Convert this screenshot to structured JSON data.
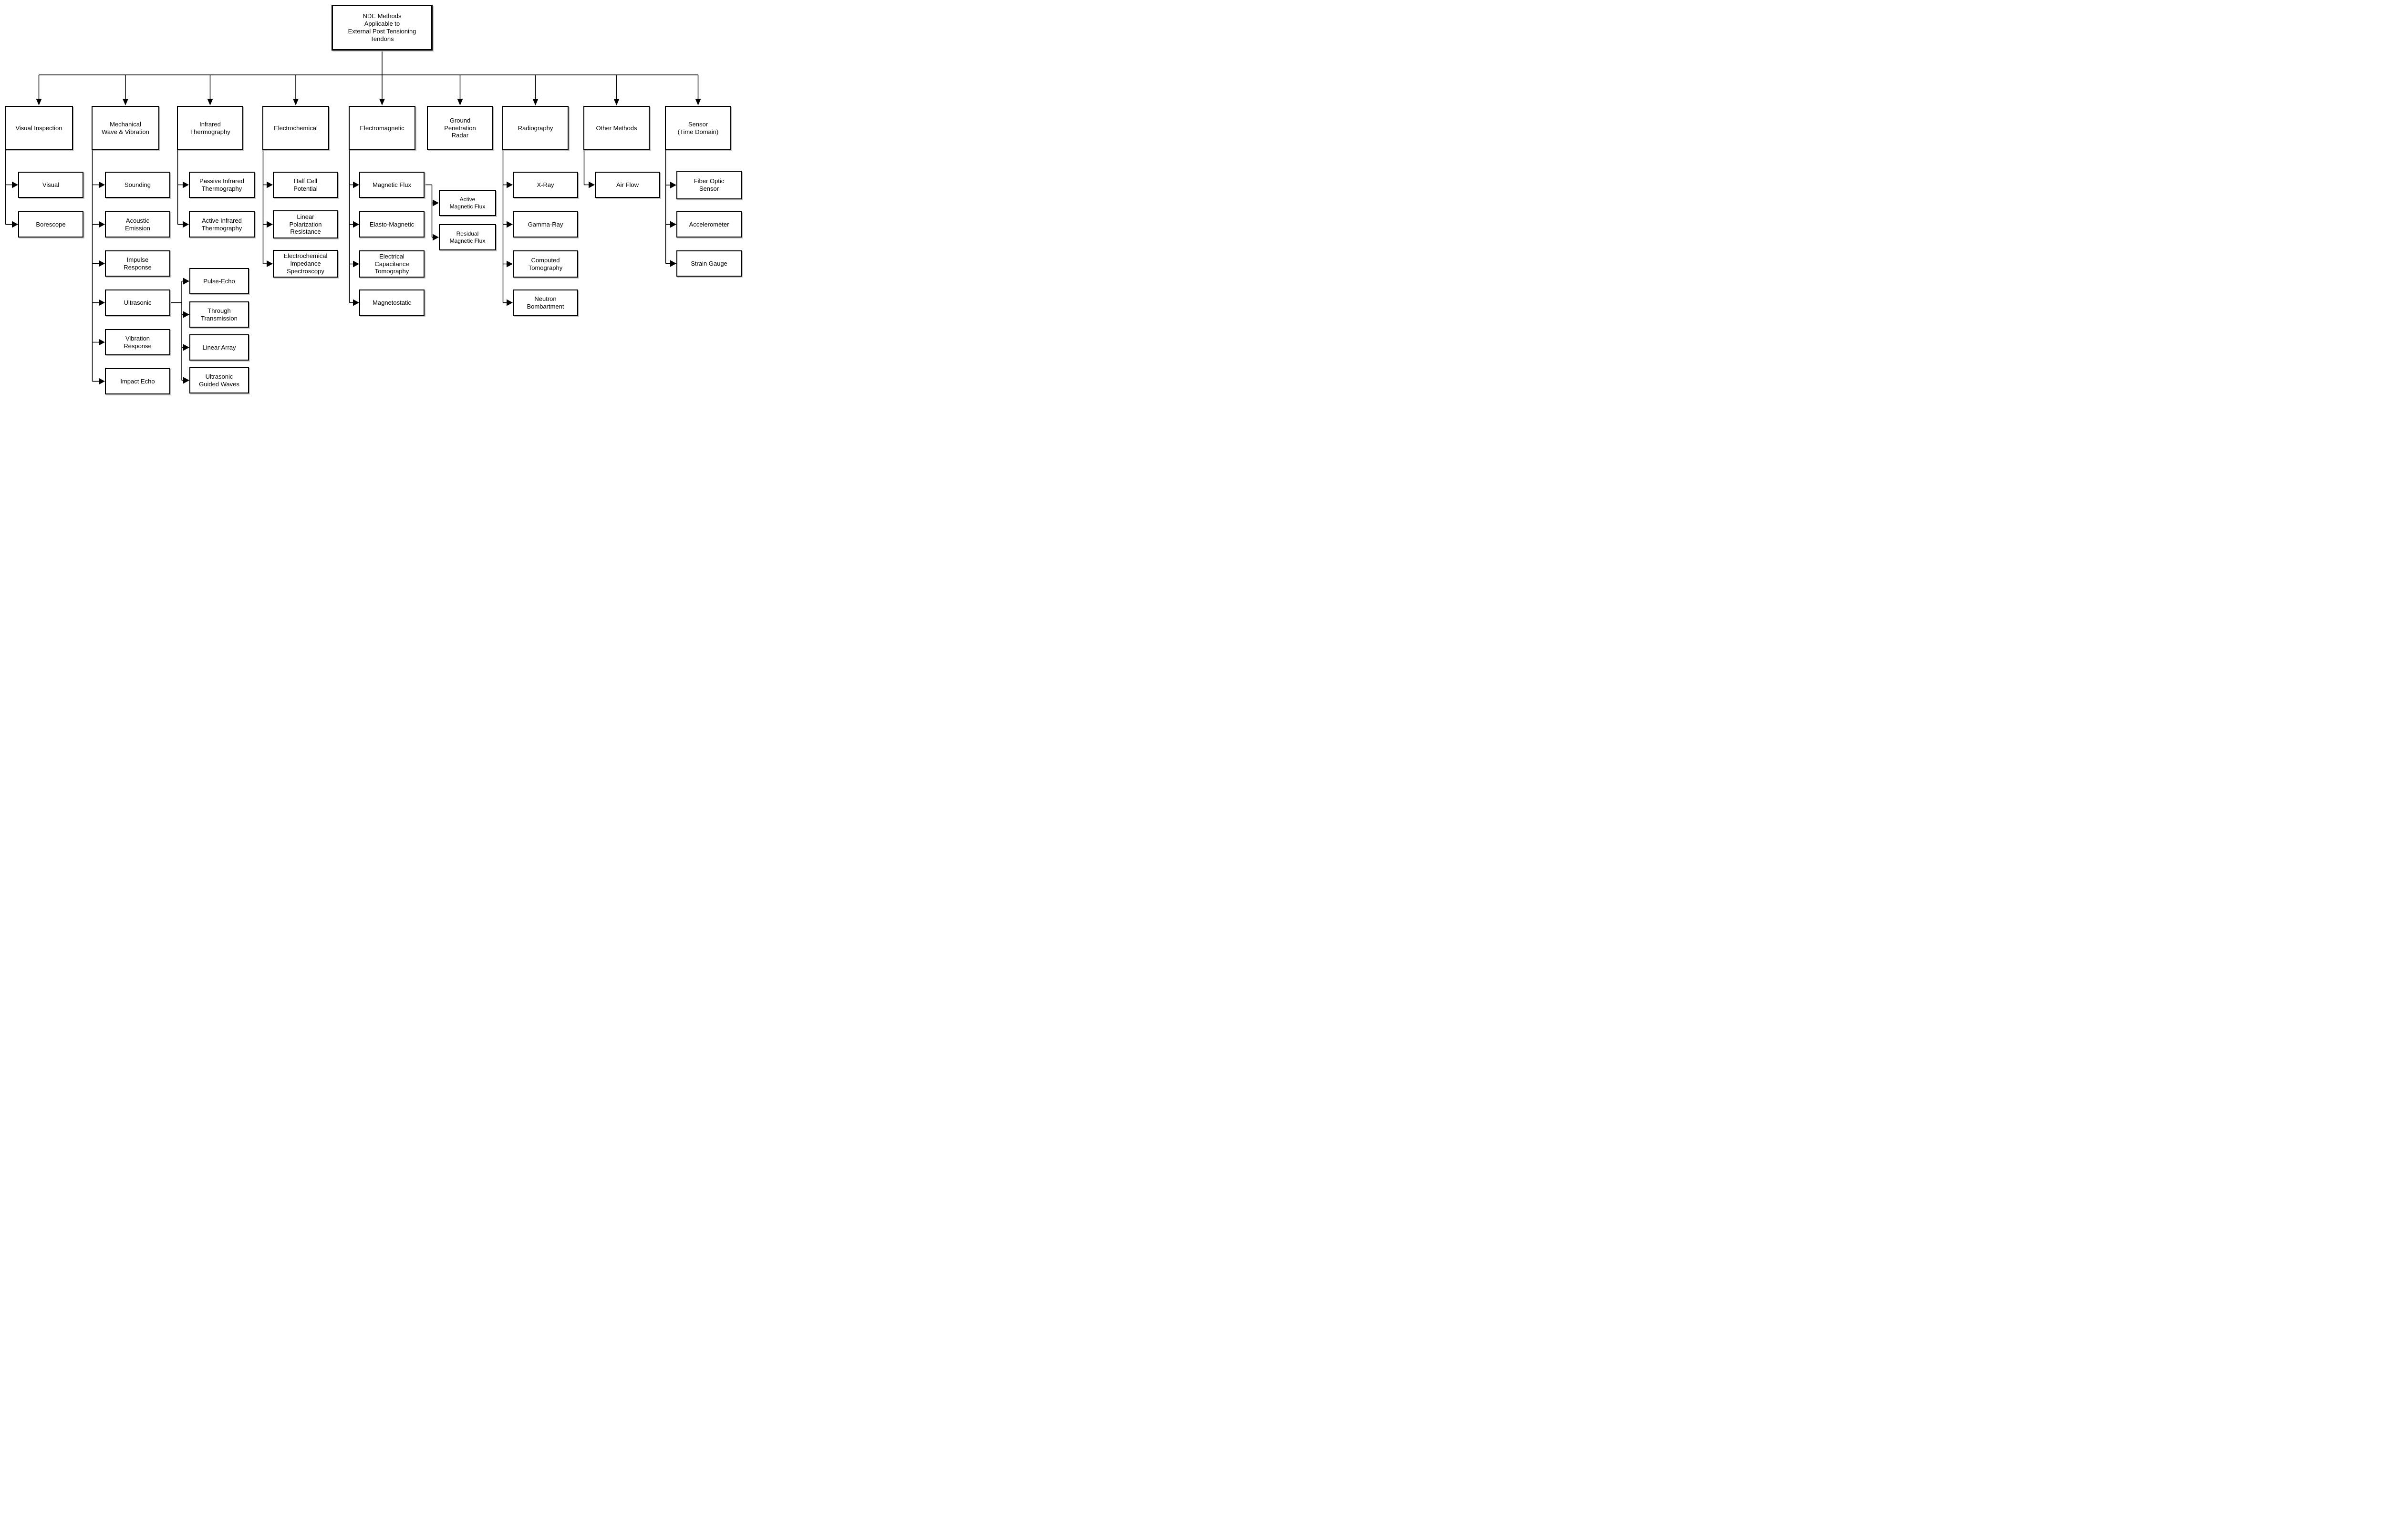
{
  "diagram": {
    "root": {
      "label": "NDE Methods\nApplicable to\nExternal Post Tensioning\nTendons"
    },
    "columns": [
      {
        "label": "Visual Inspection",
        "children": [
          {
            "label": "Visual"
          },
          {
            "label": "Borescope"
          }
        ]
      },
      {
        "label": "Mechanical\nWave & Vibration",
        "children": [
          {
            "label": "Sounding"
          },
          {
            "label": "Acoustic\nEmission"
          },
          {
            "label": "Impulse\nResponse"
          },
          {
            "label": "Ultrasonic",
            "children": [
              {
                "label": "Pulse-Echo"
              },
              {
                "label": "Through\nTransmission"
              },
              {
                "label": "Linear Array"
              },
              {
                "label": "Ultrasonic\nGuided Waves"
              }
            ]
          },
          {
            "label": "Vibration\nResponse"
          },
          {
            "label": "Impact Echo"
          }
        ]
      },
      {
        "label": "Infrared\nThermography",
        "children": [
          {
            "label": "Passive Infrared\nThermography"
          },
          {
            "label": "Active Infrared\nThermography"
          }
        ]
      },
      {
        "label": "Electrochemical",
        "children": [
          {
            "label": "Half Cell\nPotential"
          },
          {
            "label": "Linear\nPolarization\nResistance"
          },
          {
            "label": "Electrochemical\nImpedance\nSpectroscopy"
          }
        ]
      },
      {
        "label": "Electromagnetic",
        "children": [
          {
            "label": "Magnetic Flux",
            "children": [
              {
                "label": "Active\nMagnetic Flux"
              },
              {
                "label": "Residual\nMagnetic Flux"
              }
            ]
          },
          {
            "label": "Elasto-Magnetic"
          },
          {
            "label": "Electrical\nCapacitance\nTomography"
          },
          {
            "label": "Magnetostatic"
          }
        ]
      },
      {
        "label": "Ground\nPenetration\nRadar",
        "children": []
      },
      {
        "label": "Radiography",
        "children": [
          {
            "label": "X-Ray"
          },
          {
            "label": "Gamma-Ray"
          },
          {
            "label": "Computed\nTomography"
          },
          {
            "label": "Neutron\nBombartment"
          }
        ]
      },
      {
        "label": "Other Methods",
        "children": [
          {
            "label": "Air Flow"
          }
        ]
      },
      {
        "label": "Sensor\n(Time Domain)",
        "children": [
          {
            "label": "Fiber Optic\nSensor"
          },
          {
            "label": "Accelerometer"
          },
          {
            "label": "Strain Gauge"
          }
        ]
      }
    ],
    "colors": {
      "background": "#ffffff",
      "box_fill": "#ffffff",
      "box_border": "#000000",
      "line": "#000000"
    }
  }
}
